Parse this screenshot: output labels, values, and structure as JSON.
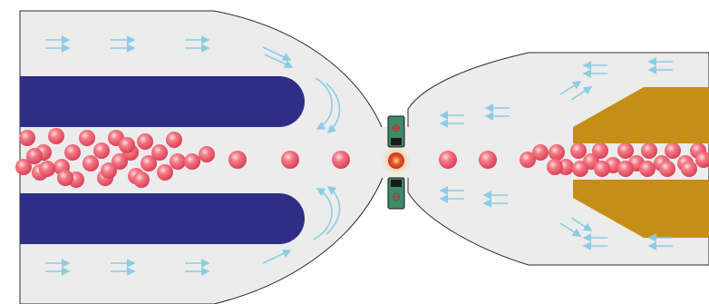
{
  "diagram": {
    "electrode_top_symbol": "⊕",
    "electrode_bottom_symbol": "⊖",
    "colors": {
      "chamber_fill": "#ececec",
      "chamber_stroke": "#2a2a2a",
      "left_block": "#2e2e86",
      "right_block": "#c68e16",
      "particle": "#ee5a6a",
      "particle_highlight": "#ffd8dc",
      "particle_shadow": "#c2304a",
      "flow_arrow": "#8ccce4",
      "electrode_body": "#3c8a68",
      "electrode_dark": "#1a1a1a"
    },
    "components": [
      "left-chamber",
      "right-chamber",
      "sheath-channel-top",
      "sheath-channel-bottom",
      "center-channel",
      "detection-electrode",
      "outlet-channel"
    ]
  }
}
